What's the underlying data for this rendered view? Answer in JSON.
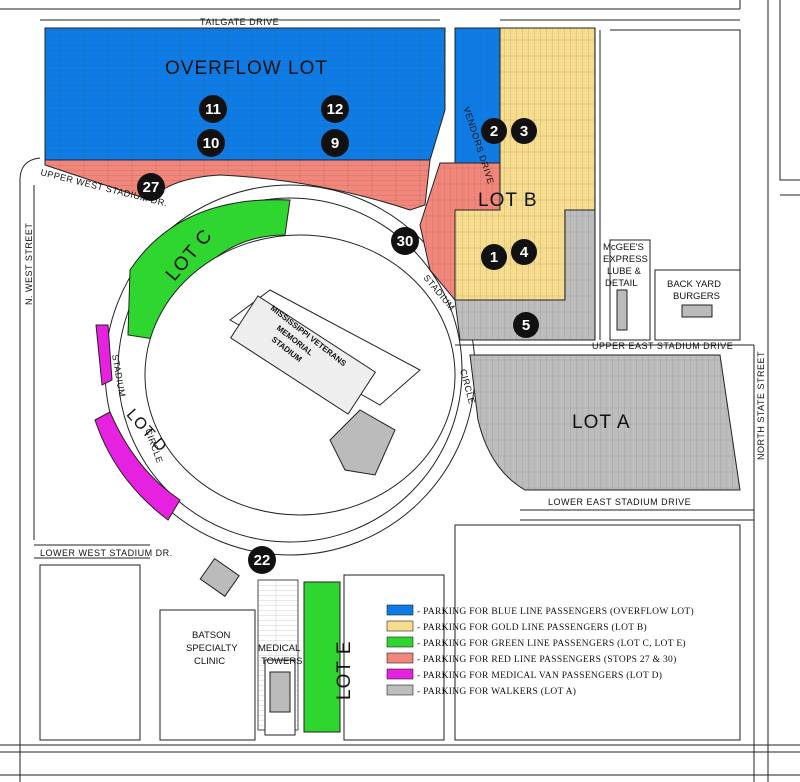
{
  "colors": {
    "blue": "#0e7ce6",
    "gold": "#f6dc8c",
    "green": "#2fd62f",
    "red": "#f2867a",
    "magenta": "#e622e0",
    "gray": "#bdbdbd",
    "stop": "#111111"
  },
  "streets": {
    "tailgate": "TAILGATE DRIVE",
    "vendors": "VENDORS DRIVE",
    "upper_west": "UPPER WEST STADIUM DR.",
    "n_west": "N. WEST STREET",
    "stadium_circle_left_1": "STADIUM",
    "stadium_circle_left_2": "CIRCLE",
    "stadium_circle_right_1": "STADIUM",
    "stadium_circle_right_2": "CIRCLE",
    "upper_east": "UPPER EAST STADIUM DRIVE",
    "lower_east": "LOWER EAST STADIUM DRIVE",
    "north_state": "NORTH STATE STREET",
    "lower_west": "LOWER WEST STADIUM DR."
  },
  "lots": {
    "overflow": "OVERFLOW LOT",
    "lot_a": "LOT A",
    "lot_b": "LOT B",
    "lot_c": "LOT C",
    "lot_d": "LOT D",
    "lot_e": "LOT E"
  },
  "buildings": {
    "stadium_1": "MISSISSIPPI VETERANS",
    "stadium_2": "MEMORIAL",
    "stadium_3": "STADIUM",
    "mcgee_1": "McGEE'S",
    "mcgee_2": "EXPRESS",
    "mcgee_3": "LUBE &",
    "mcgee_4": "DETAIL",
    "backyard_1": "BACK YARD",
    "backyard_2": "BURGERS",
    "batson_1": "BATSON",
    "batson_2": "SPECIALTY",
    "batson_3": "CLINIC",
    "medical_1": "MEDICAL",
    "medical_2": "TOWERS"
  },
  "stops": [
    {
      "id": "11",
      "label": "11"
    },
    {
      "id": "12",
      "label": "12"
    },
    {
      "id": "10",
      "label": "10"
    },
    {
      "id": "9",
      "label": "9"
    },
    {
      "id": "2",
      "label": "2"
    },
    {
      "id": "3",
      "label": "3"
    },
    {
      "id": "27",
      "label": "27"
    },
    {
      "id": "30",
      "label": "30"
    },
    {
      "id": "1",
      "label": "1"
    },
    {
      "id": "4",
      "label": "4"
    },
    {
      "id": "5",
      "label": "5"
    },
    {
      "id": "22",
      "label": "22"
    }
  ],
  "legend": [
    {
      "color_key": "blue",
      "text": "-  PARKING FOR BLUE LINE PASSENGERS (OVERFLOW LOT)"
    },
    {
      "color_key": "gold",
      "text": "-  PARKING FOR GOLD LINE PASSENGERS (LOT B)"
    },
    {
      "color_key": "green",
      "text": "-  PARKING FOR GREEN LINE PASSENGERS (LOT C, LOT E)"
    },
    {
      "color_key": "red",
      "text": "-  PARKING FOR RED LINE PASSENGERS (STOPS 27 & 30)"
    },
    {
      "color_key": "magenta",
      "text": "-  PARKING FOR MEDICAL VAN PASSENGERS (LOT D)"
    },
    {
      "color_key": "gray",
      "text": "-  PARKING FOR WALKERS (LOT A)"
    }
  ]
}
